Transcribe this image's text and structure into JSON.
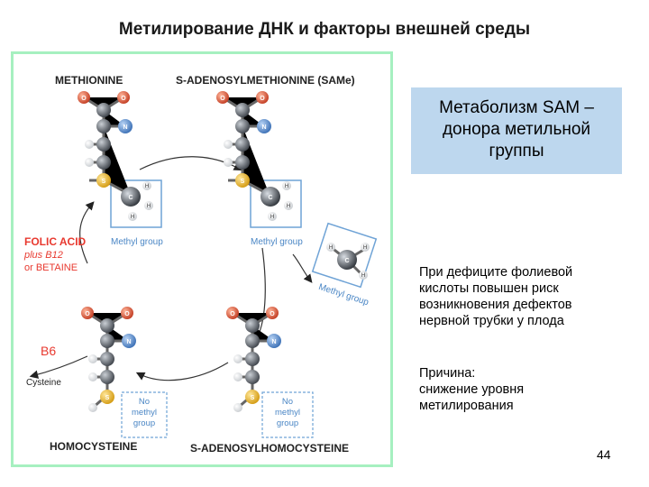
{
  "slide": {
    "title": "Метилирование ДНК и факторы внешней среды",
    "page_number": "44"
  },
  "figure": {
    "methionine_label": "METHIONINE",
    "samE_label": "S-ADENOSYLMETHIONINE (SAMe)",
    "homocysteine_label": "HOMOCYSTEINE",
    "sah_label": "S-ADENOSYLHOMOCYSTEINE",
    "methyl_group_label": "Methyl group",
    "no_methyl_group_lines": [
      "No",
      "methyl",
      "group"
    ],
    "folic_acid_label": "FOLIC ACID",
    "plus_b12_label": "plus B12",
    "or_betaine_label": "or BETAINE",
    "b6_label": "B6",
    "cysteine_label": "Cysteine",
    "atom_labels": {
      "oxygen": "O",
      "carbon": "C",
      "nitrogen": "N",
      "sulfur": "S",
      "hydrogen": "H"
    }
  },
  "sam_box": {
    "lines": [
      "Метаболизм SAM –",
      "донора метильной",
      "группы"
    ]
  },
  "note_deficiency": {
    "lines": [
      "При дефиците фолиевой",
      "кислоты повышен риск",
      "возникновения дефектов",
      "нервной трубки у плода"
    ]
  },
  "note_cause": {
    "lines": [
      "Причина:",
      "снижение уровня",
      "метилирования"
    ]
  },
  "colors": {
    "frame_border": "#a6f0c0",
    "sam_box_fill": "#bdd7ee",
    "red_label": "#e8392f",
    "blue_label": "#4a86c5",
    "oxygen": "#d9533a",
    "nitrogen": "#5b8fd1",
    "sulfur": "#e5b120",
    "carbon": "#5a5f66"
  }
}
